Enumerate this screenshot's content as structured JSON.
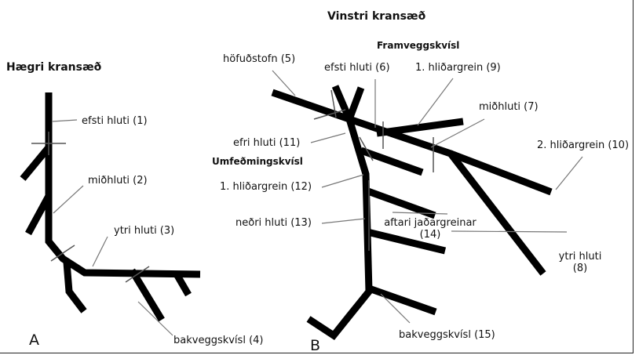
{
  "panels": {
    "a": "A",
    "b": "B"
  },
  "right_coronary": {
    "title": "Hægri kransæð",
    "labels": {
      "proximal": "efsti hluti (1)",
      "mid": "miðhluti (2)",
      "distal": "ytri hluti (3)",
      "posterior_descending": "bakveggskvísl (4)"
    }
  },
  "left_coronary": {
    "title": "Vinstri kransæð",
    "lad_title": "Framveggskvísl",
    "circumflex_title": "Umfeðmingskvísl",
    "labels": {
      "main_stem": "höfuðstofn (5)",
      "lad_proximal": "efsti hluti (6)",
      "diagonal_1": "1. hliðargrein (9)",
      "lad_mid": "miðhluti (7)",
      "diagonal_2": "2. hliðargrein (10)",
      "lad_distal_line1": "ytri hluti",
      "lad_distal_line2": "(8)",
      "cx_upper": "efri hluti (11)",
      "obtuse_marginal_1": "1. hliðargrein (12)",
      "cx_lower": "neðri hluti (13)",
      "posterolateral_line1": "aftari jaðargreinar",
      "posterolateral_line2": "(14)",
      "cx_posterior_descending": "bakveggskvísl (15)"
    }
  }
}
